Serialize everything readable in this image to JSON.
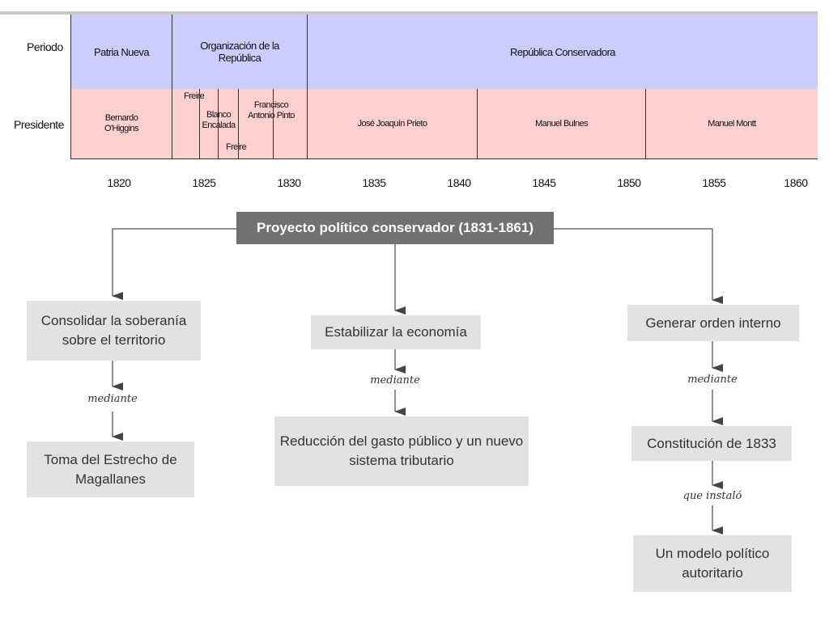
{
  "timeline": {
    "row_labels": {
      "periodo": "Periodo",
      "presidente": "Presidente"
    },
    "periods": [
      "Patria Nueva",
      "Organización de la República",
      "República Conservadora"
    ],
    "presidents": {
      "bernardo": "Bernardo O'Higgins",
      "freire_1": "Freire",
      "blanco": "Blanco Encalada",
      "freire_2": "Freire",
      "pinto": "Francisco Antonio Pinto",
      "prieto": "José Joaquín Prieto",
      "bulnes": "Manuel Bulnes",
      "montt": "Manuel Montt"
    },
    "years": [
      "1820",
      "1825",
      "1830",
      "1835",
      "1840",
      "1845",
      "1850",
      "1855",
      "1860"
    ]
  },
  "diagram": {
    "title": "Proyecto político conservador (1831-1861)",
    "branches": [
      {
        "goal": "Consolidar la soberanía sobre el territorio",
        "connector": "mediante",
        "result": "Toma del Estrecho de Magallanes"
      },
      {
        "goal": "Estabilizar la economía",
        "connector": "mediante",
        "result": "Reducción del gasto público y un nuevo sistema tributario"
      },
      {
        "goal": "Generar orden interno",
        "connector": "mediante",
        "result": "Constitución de 1833",
        "connector2": "que instaló",
        "result2": "Un modelo político autoritario"
      }
    ]
  }
}
